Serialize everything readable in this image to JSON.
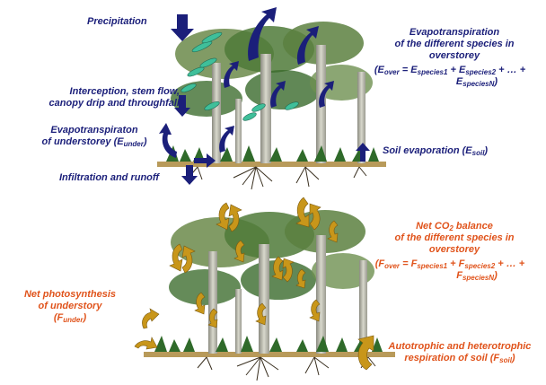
{
  "colors": {
    "water_arrow": "#1b1f7a",
    "carbon_arrow": "#c8961a",
    "water_text": "#1b1f7a",
    "carbon_text": "#e0531b",
    "leaf_drop": "#3fbf9a"
  },
  "water": {
    "precipitation": "Precipitation",
    "evap_over_1": "Evapotranspiration",
    "evap_over_2": "of the different species in",
    "evap_over_3": "overstorey",
    "eq": {
      "open": "(E",
      "over": "over",
      "eq_e1": " = E",
      "sp1": "species1",
      "plus_e2": " + E",
      "sp2": "species2",
      "dots": " + … +",
      "e": "E",
      "spN": "speciesN",
      "close": ")"
    },
    "interception_1": "Interception, stem flow,",
    "interception_2": "canopy drip and throughfall",
    "evap_under_1": "Evapotranspiraton",
    "evap_under_2": "of understorey (E",
    "under": "under",
    "close": ")",
    "soil_evap": "Soil evaporation (E",
    "soil": "soil",
    "infiltration": "Infiltration and runoff"
  },
  "carbon": {
    "net_1a": "Net CO",
    "net_1b": "2",
    "net_1c": " balance",
    "net_2": "of the different species in",
    "net_3": "overstorey",
    "eq": {
      "open": "(F",
      "over": "over",
      "eq_f1": " = F",
      "sp1": "species1",
      "plus_f2": " + F",
      "sp2": "species2",
      "dots": " + … +",
      "f": "F",
      "spN": "speciesN",
      "close": ")"
    },
    "photo_1": "Net photosynthesis",
    "photo_2": "of understory",
    "photo_3a": "(F",
    "under": "under",
    "close": ")",
    "resp_1": "Autotrophic and heterotrophic",
    "resp_2": "respiration of soil (F",
    "soil": "soil"
  }
}
